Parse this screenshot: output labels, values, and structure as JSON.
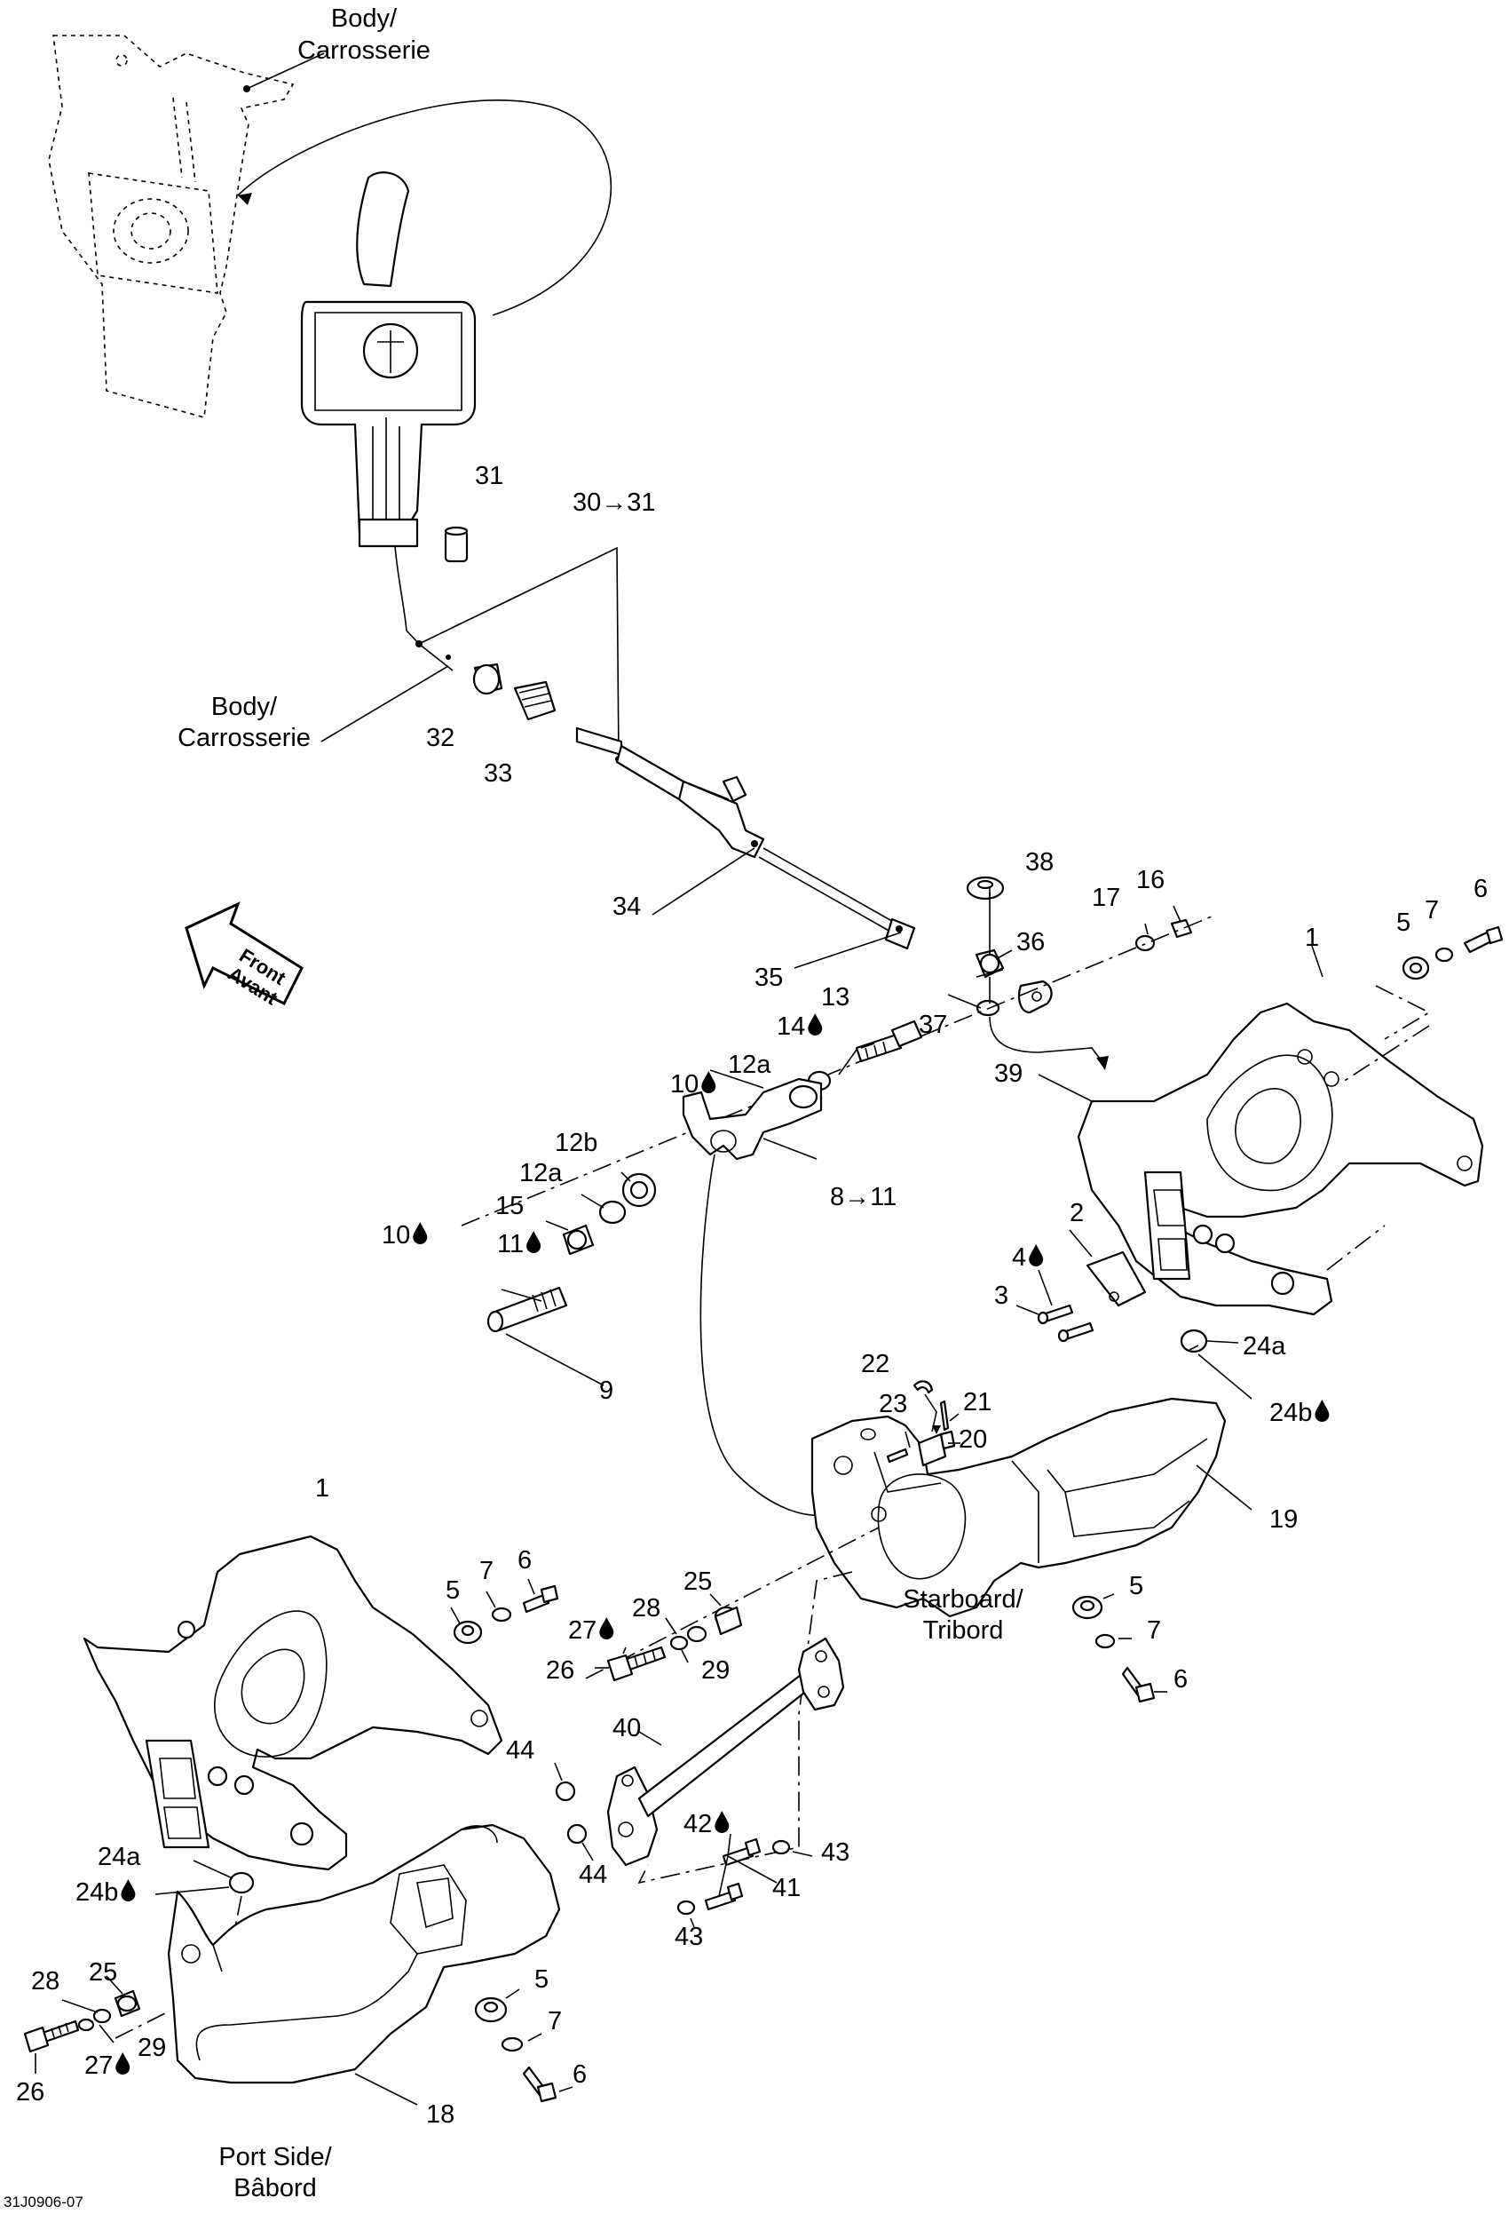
{
  "diagram": {
    "figure_code": "31J0906-07",
    "callouts": [
      {
        "id": "body-top",
        "text": "Body/\nCarrosserie"
      },
      {
        "id": "body-mid",
        "text": "Body/\nCarrosserie"
      },
      {
        "id": "starboard",
        "text": "Starboard/\nTribord"
      },
      {
        "id": "port",
        "text": "Port Side/\nBâbord"
      },
      {
        "id": "front",
        "text": "Front\nAvant"
      }
    ],
    "part_numbers": [
      "1",
      "2",
      "3",
      "4",
      "5",
      "6",
      "7",
      "8→11",
      "9",
      "10",
      "11",
      "12a",
      "12b",
      "13",
      "14",
      "15",
      "16",
      "17",
      "18",
      "19",
      "20",
      "21",
      "22",
      "23",
      "24a",
      "24b",
      "25",
      "26",
      "27",
      "28",
      "29",
      "30→31",
      "31",
      "32",
      "33",
      "34",
      "35",
      "36",
      "37",
      "38",
      "39",
      "40",
      "41",
      "42",
      "43",
      "44"
    ],
    "lubricant_marked_parts": [
      "4",
      "10",
      "11",
      "14",
      "24b",
      "27",
      "42"
    ]
  }
}
